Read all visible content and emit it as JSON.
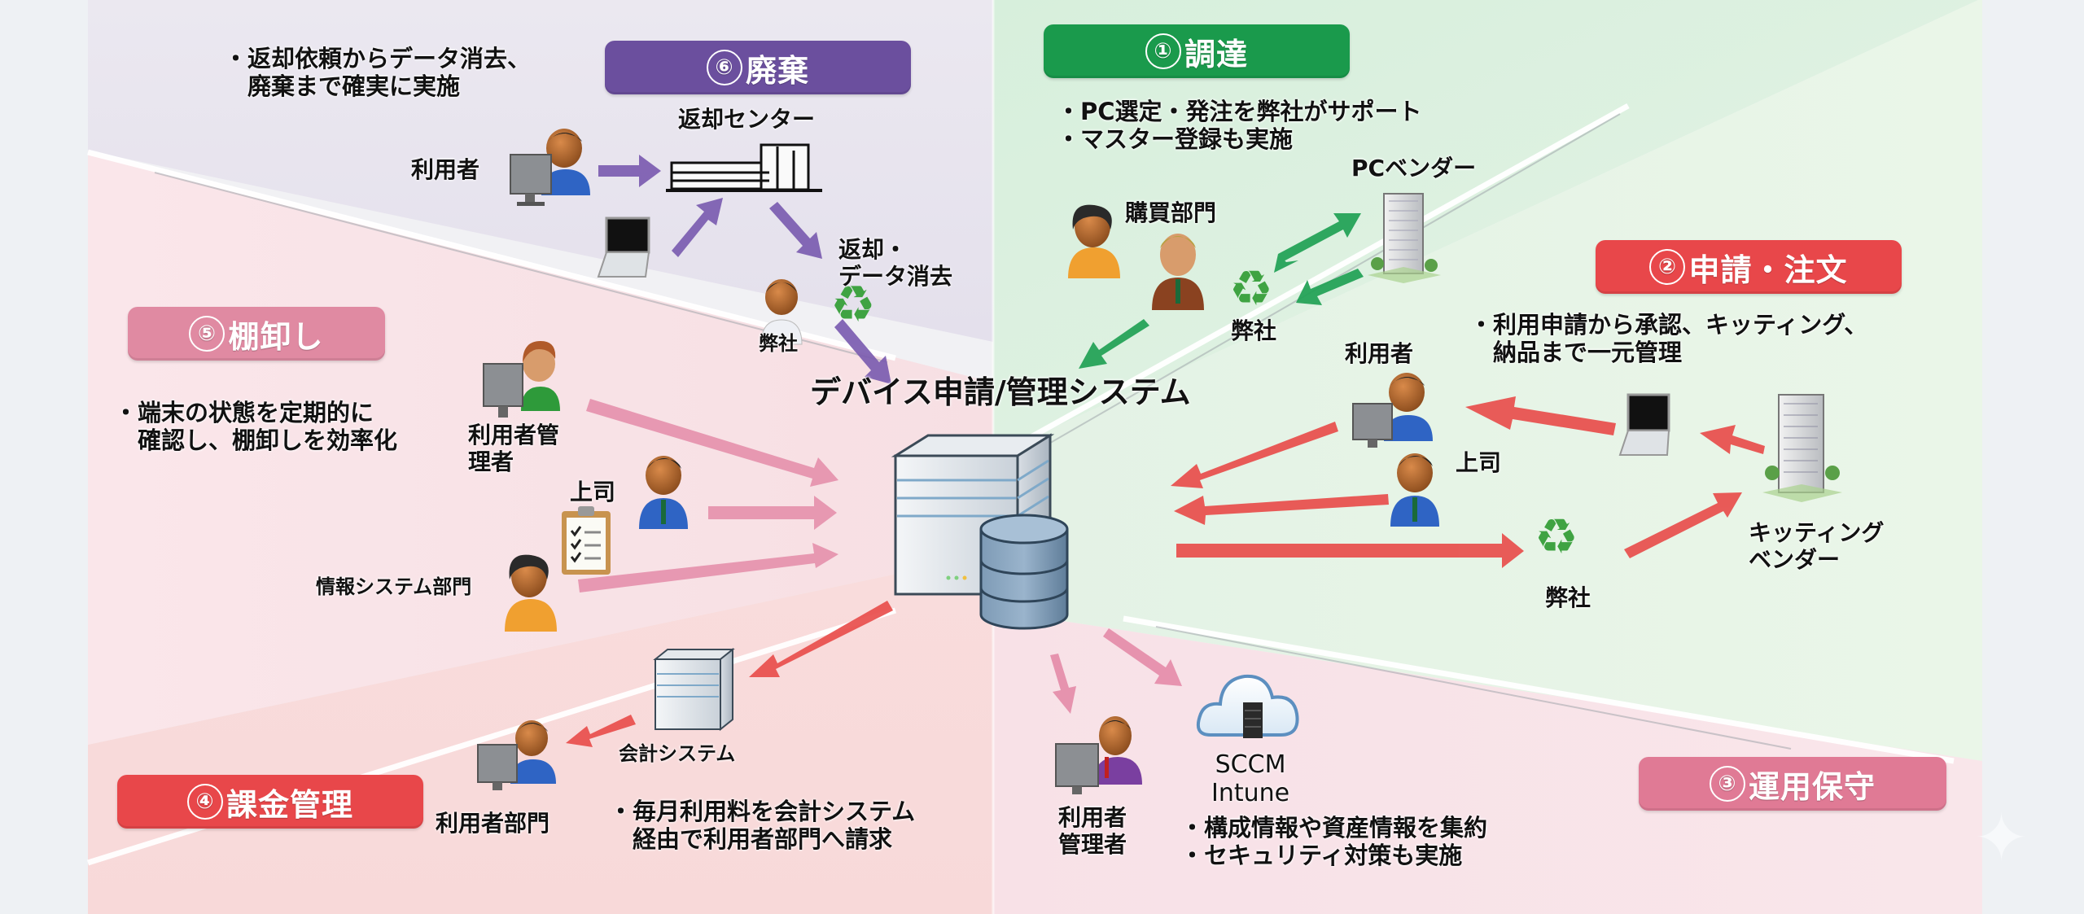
{
  "title": "デバイス申請/管理システム",
  "colors": {
    "disposal": "#6b4f9e",
    "procurement": "#1a9a4c",
    "order": "#e8474a",
    "operation": "#e07a95",
    "billing": "#e8474a",
    "inventory": "#e08aa2",
    "bg_purple": "#e9e6ef",
    "bg_green": "#ddf0e0",
    "bg_pink": "#f9e0e4"
  },
  "sections": {
    "disposal": {
      "number": "⑥",
      "label": "廃棄",
      "bullets": [
        "・返却依頼からデータ消去、",
        "　廃棄まで確実に実施"
      ],
      "actors": {
        "user": "利用者",
        "return_center": "返却センター",
        "return_erase": [
          "返却・",
          "データ消去"
        ],
        "our_company": "弊社"
      }
    },
    "procurement": {
      "number": "①",
      "label": "調達",
      "bullets": [
        "・PC選定・発注を弊社がサポート",
        "・マスター登録も実施"
      ],
      "actors": {
        "purchasing": "購買部門",
        "pc_vendor": "PCベンダー",
        "our_company": "弊社"
      }
    },
    "order": {
      "number": "②",
      "label": "申請・注文",
      "bullets": [
        "・利用申請から承認、キッティング、",
        "　納品まで一元管理"
      ],
      "actors": {
        "user": "利用者",
        "boss": "上司",
        "our_company": "弊社",
        "kitting_vendor": [
          "キッティング",
          "ベンダー"
        ]
      }
    },
    "inventory": {
      "number": "⑤",
      "label": "棚卸し",
      "bullets": [
        "・端末の状態を定期的に",
        "　確認し、棚卸しを効率化"
      ],
      "actors": {
        "user_admin": [
          "利用者管",
          "理者"
        ],
        "boss": "上司",
        "it_dept": "情報システム部門"
      }
    },
    "billing": {
      "number": "④",
      "label": "課金管理",
      "bullets": [
        "・毎月利用料を会計システム",
        "　経由で利用者部門へ請求"
      ],
      "actors": {
        "accounting_system": "会計システム",
        "user_dept": "利用者部門"
      }
    },
    "operation": {
      "number": "③",
      "label": "運用保守",
      "bullets": [
        "・構成情報や資産情報を集約",
        "・セキュリティ対策も実施"
      ],
      "actors": {
        "user_admin": [
          "利用者",
          "管理者"
        ],
        "mdm": [
          "SCCM",
          "Intune"
        ]
      }
    }
  }
}
